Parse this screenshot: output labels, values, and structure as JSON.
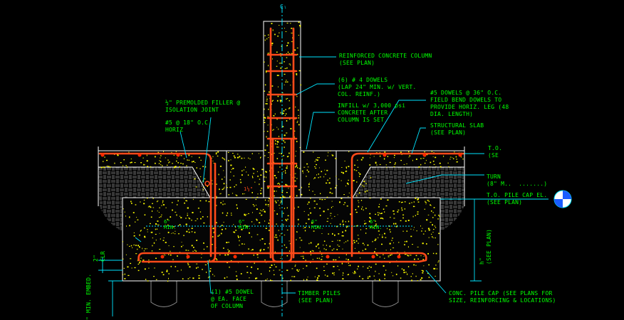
{
  "diagram": {
    "colors": {
      "background": "#000000",
      "outline": "#ffffff",
      "concrete_speckle": "#ffff00",
      "rebar": "#ff4a1a",
      "leader": "#00e5ff",
      "text": "#00ff00",
      "gravel": "#9a9a9a"
    },
    "center_mark": "Cₗ",
    "labels": {
      "column": "REINFORCED CONCRETE COLUMN\n(SEE PLAN)",
      "dowels": "(6) # 4 DOWELS\n(LAP 24\" MIN. w/ VERT.\nCOL. REINF.)",
      "infill": "INFILL w/ 3,000 psi\nCONCRETE AFTER\nCOLUMN IS SET",
      "filler": "½\" PREMOLDED FILLER @\nISOLATION JOINT",
      "horiz": "#5 @ 18\" O.C.\nHORIZ",
      "field_bend": "#5 DOWELS @ 36\" O.C.\nFIELD BEND DOWELS TO\nPROVIDE HORIZ. LEG (48\nDIA. LENGTH)",
      "slab": "STRUCTURAL SLAB\n(SEE PLAN)",
      "to_slab": "T.O.\n(SE",
      "turn": "TURN\n(8\" M..  .......)",
      "pile_cap_el": "T.O. PILE CAP EL.\n(SEE PLAN)",
      "dowel_face": "(1) #5 DOWEL\n@ EA. FACE\nOF COLUMN",
      "timber_piles": "TIMBER PILES\n(SEE PLAN)",
      "pile_cap": "CONC. PILE CAP (SEE PLANS FOR\nSIZE, REINFORCING & LOCATIONS)",
      "h_dim": "h\"\n(SEE PLAN)",
      "clr": "2\"\nCLR",
      "embed": "\" MIN. EMBED.",
      "min_6a": "6\"\nMIN.",
      "min_6b": "6\"\nMIN.",
      "min_6c": "6\"\nMIN.",
      "min_6d": "6\"\nMIN.",
      "gap_mark": "1½\""
    }
  }
}
